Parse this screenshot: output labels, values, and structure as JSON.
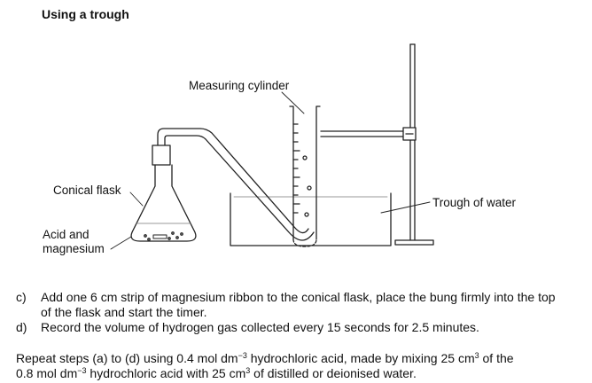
{
  "heading": "Using a trough",
  "labels": {
    "measuring_cylinder": "Measuring cylinder",
    "conical_flask": "Conical flask",
    "acid_and_magnesium_line1": "Acid and",
    "acid_and_magnesium_line2": "magnesium",
    "trough_of_water": "Trough of water"
  },
  "steps": [
    {
      "marker": "c)",
      "line1": "Add one 6 cm strip of magnesium ribbon to the conical flask, place the bung firmly into the top",
      "line2": "of the flask and start the timer."
    },
    {
      "marker": "d)",
      "line1": "Record the volume of hydrogen gas collected every 15 seconds for 2.5 minutes."
    }
  ],
  "repeat": {
    "l1_a": "Repeat steps (a) to (d) using 0.4 mol dm",
    "l1_sup1": "−3",
    "l1_b": " hydrochloric acid, made by mixing 25 cm",
    "l1_sup2": "3",
    "l1_c": " of the",
    "l2_a": "0.8 mol dm",
    "l2_sup1": "−3",
    "l2_b": " hydrochloric acid with 25 cm",
    "l2_sup2": "3",
    "l2_c": " of distilled or deionised water."
  }
}
